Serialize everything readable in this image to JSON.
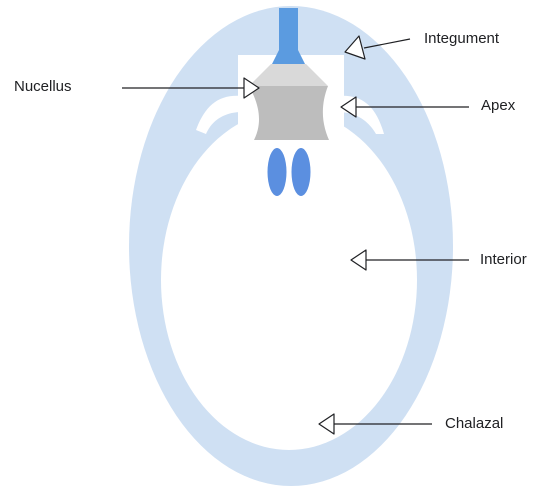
{
  "labels": {
    "integument": "Integument",
    "nucellus": "Nucellus",
    "apex": "Apex",
    "interior": "Interior",
    "chalazal": "Chalazal"
  },
  "colors": {
    "integument": "#cfe0f3",
    "interior": "#ffffff",
    "stalk": "#5b9be0",
    "nucellus_cap": "#d9d9d9",
    "nucellus_body": "#bdbdbd",
    "cells": "#5b8fe0",
    "arrow_stroke": "#202124",
    "arrow_fill": "#ffffff",
    "text": "#202124"
  },
  "icons": {
    "arrow": "open-triangle-arrow"
  }
}
